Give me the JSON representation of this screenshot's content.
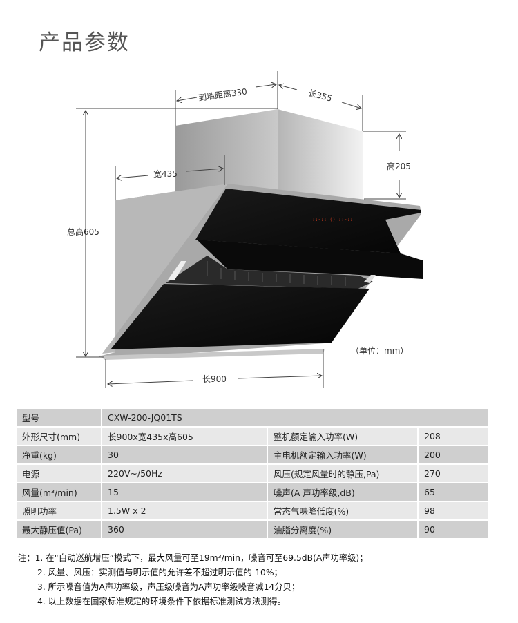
{
  "title": "产品参数",
  "diagram": {
    "dim_wall_distance": "到墙距离330",
    "dim_chimney_length": "长355",
    "dim_chimney_height": "高205",
    "dim_width": "宽435",
    "dim_total_height": "总高605",
    "dim_length": "长900",
    "unit_note": "（单位：mm）"
  },
  "specs": {
    "model_label": "型号",
    "model_value": "CXW-200-JQ01TS",
    "rows": [
      {
        "k1": "外形尺寸(mm)",
        "v1": "长900x宽435x高605",
        "k2": "整机额定输入功率(W)",
        "v2": "208"
      },
      {
        "k1": "净重(kg)",
        "v1": "30",
        "k2": "主电机额定输入功率(W)",
        "v2": "200"
      },
      {
        "k1": "电源",
        "v1": "220V~/50Hz",
        "k2": "风压(规定风量时的静压,Pa)",
        "v2": "270"
      },
      {
        "k1": "风量(m³/min)",
        "v1": "15",
        "k2": "噪声(A 声功率级,dB)",
        "v2": "65"
      },
      {
        "k1": "照明功率",
        "v1": "1.5W x 2",
        "k2": "常态气味降低度(%)",
        "v2": "98"
      },
      {
        "k1": "最大静压值(Pa)",
        "v1": "360",
        "k2": "油脂分离度(%)",
        "v2": "90"
      }
    ]
  },
  "notes": [
    "注：1. 在“自动巡航增压”模式下，最大风量可至19m³/min，噪音可至69.5dB(A声功率级)；",
    "2. 风量、风压：实测值与明示值的允许差不超过明示值的-10%；",
    "3. 所示噪音值为A声功率级，声压级噪音为A声功率级噪音减14分贝；",
    "4. 以上数据在国家标准规定的环境条件下依据标准测试方法测得。"
  ]
}
